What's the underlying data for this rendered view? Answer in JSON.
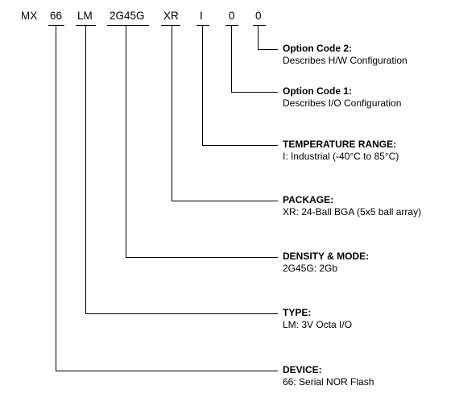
{
  "part_number": {
    "segments": [
      {
        "id": "prefix",
        "text": "MX",
        "underlined": false
      },
      {
        "id": "device",
        "text": "66",
        "underlined": true
      },
      {
        "id": "type",
        "text": "LM",
        "underlined": true
      },
      {
        "id": "density",
        "text": "2G45G",
        "underlined": true
      },
      {
        "id": "package",
        "text": "XR",
        "underlined": true
      },
      {
        "id": "temperature",
        "text": "I",
        "underlined": true
      },
      {
        "id": "option1",
        "text": "0",
        "underlined": true
      },
      {
        "id": "option2",
        "text": "0",
        "underlined": true
      }
    ]
  },
  "fields": [
    {
      "id": "option2",
      "title": "Option Code 2:",
      "desc": "Describes H/W Configuration"
    },
    {
      "id": "option1",
      "title": "Option Code 1:",
      "desc": "Describes I/O Configuration"
    },
    {
      "id": "temperature",
      "title": "TEMPERATURE RANGE:",
      "desc": "I: Industrial (-40°C to 85°C)"
    },
    {
      "id": "package",
      "title": "PACKAGE:",
      "desc": "XR: 24-Ball BGA (5x5 ball array)"
    },
    {
      "id": "density",
      "title": "DENSITY & MODE:",
      "desc": "2G45G: 2Gb"
    },
    {
      "id": "type",
      "title": "TYPE:",
      "desc": "LM: 3V Octa I/O"
    },
    {
      "id": "device",
      "title": "DEVICE:",
      "desc": "66: Serial NOR Flash"
    }
  ]
}
